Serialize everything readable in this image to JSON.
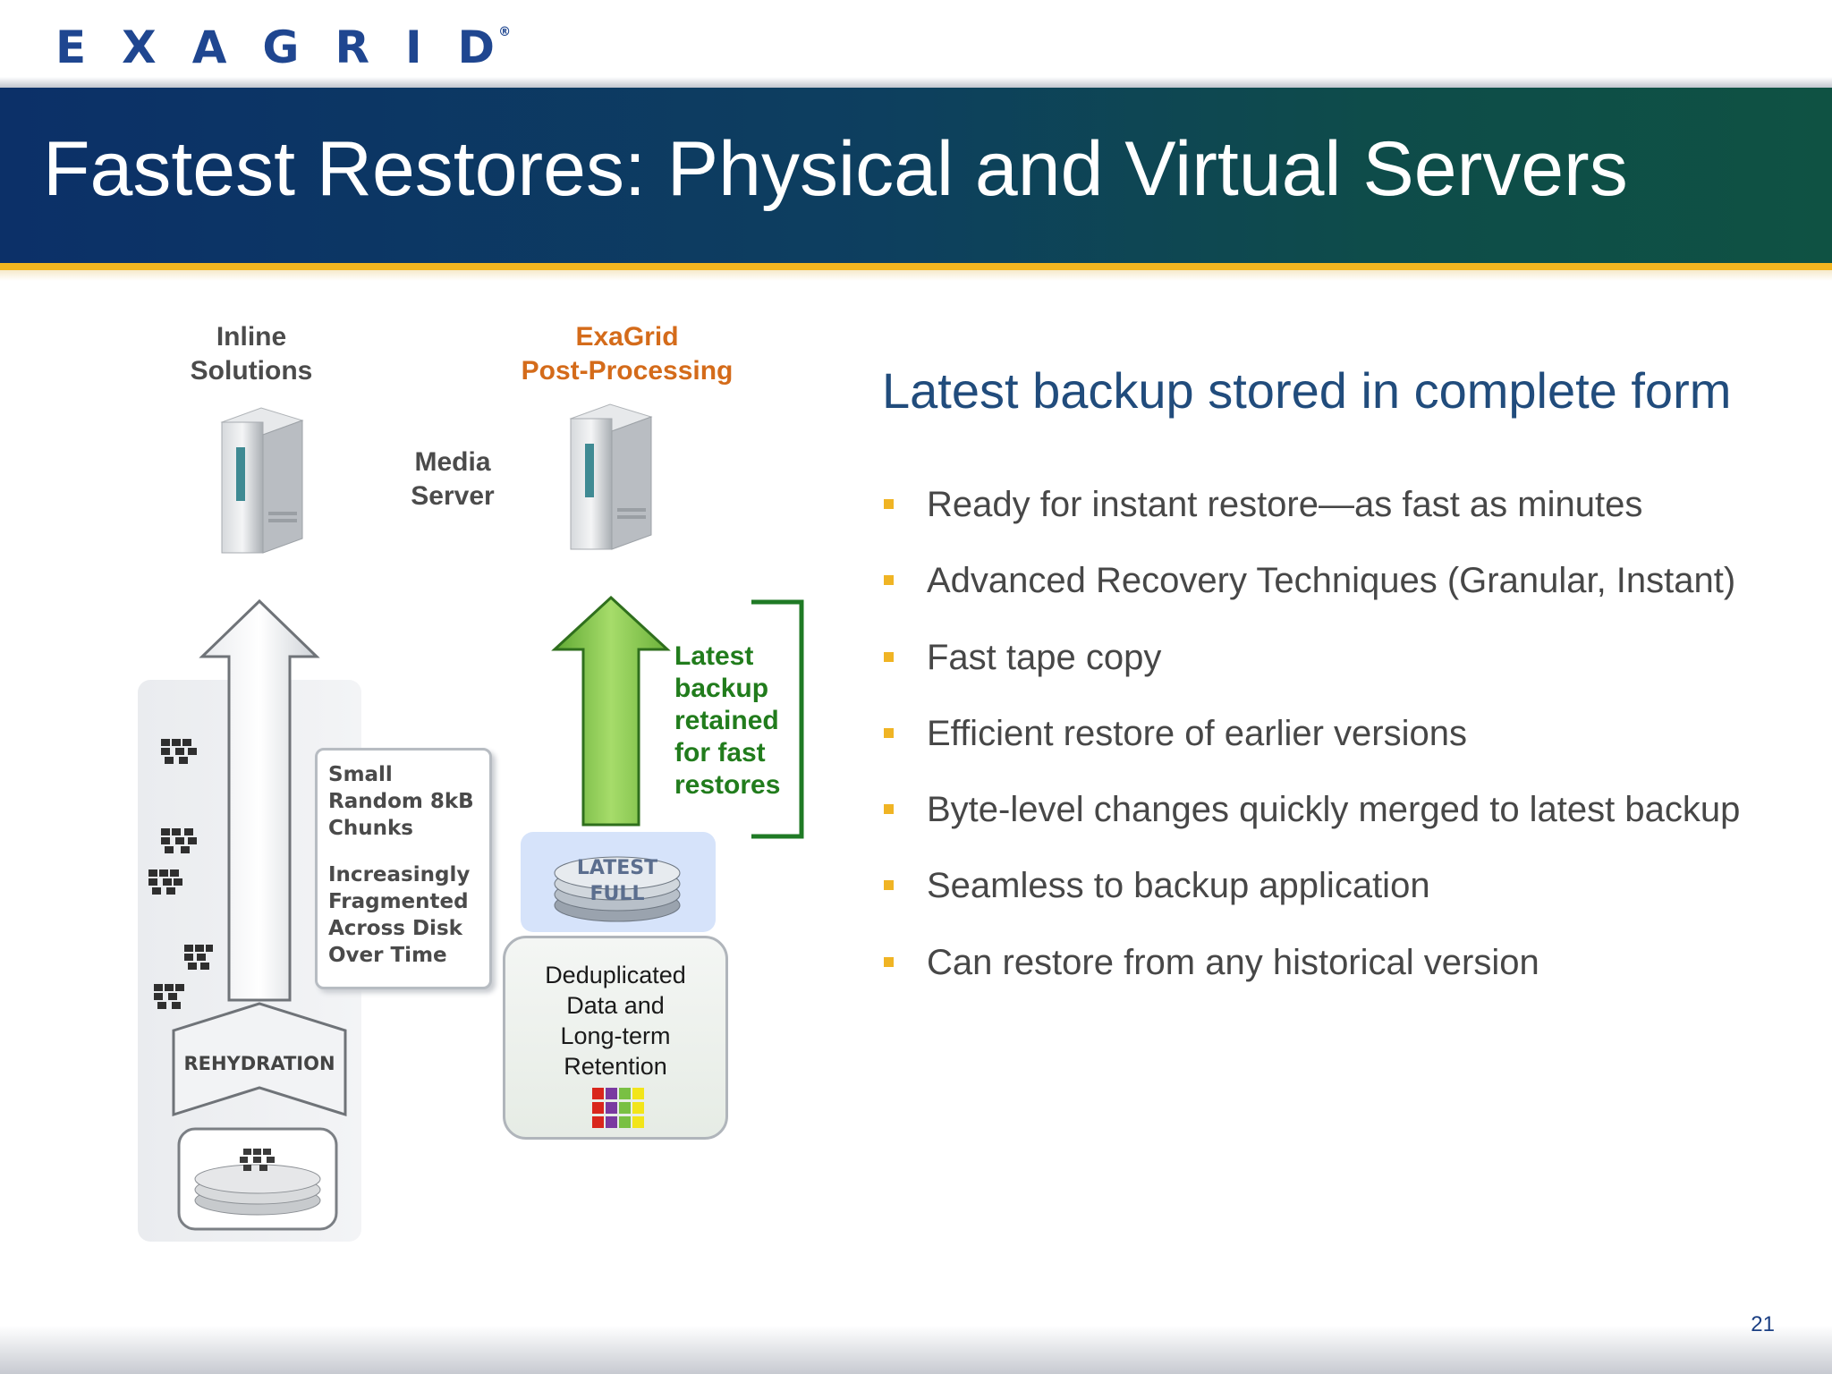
{
  "logo": {
    "text": "EXAGRID",
    "mark": "®"
  },
  "title": "Fastest Restores: Physical and Virtual Servers",
  "diagram": {
    "inline_label_1": "Inline",
    "inline_label_2": "Solutions",
    "exagrid_label_1": "ExaGrid",
    "exagrid_label_2": "Post-Processing",
    "media_server_1": "Media",
    "media_server_2": "Server",
    "callout": [
      "Small",
      "Random 8kB",
      "Chunks",
      "Increasingly",
      "Fragmented",
      "Across Disk",
      "Over Time"
    ],
    "rehydration": "REHYDRATION",
    "latest_full_1": "LATEST",
    "latest_full_2": "FULL",
    "retained": [
      "Latest",
      "backup",
      "retained",
      "for fast",
      "restores"
    ],
    "dedup": [
      "Deduplicated",
      "Data and",
      "Long-term",
      "Retention"
    ],
    "colors": {
      "up_arrow_green": "#7dc242",
      "retained_text": "#217c1c",
      "bracket": "#1f7a25",
      "exagrid_label": "#d46b1a"
    }
  },
  "heading": "Latest backup stored in complete form",
  "bullets": [
    "Ready for instant restore—as fast as minutes",
    "Advanced Recovery Techniques (Granular, Instant)",
    "Fast tape copy",
    "Efficient restore of earlier versions",
    "Byte-level changes quickly merged to latest backup",
    "Seamless to backup application",
    "Can restore from any historical version"
  ],
  "page_number": "21"
}
